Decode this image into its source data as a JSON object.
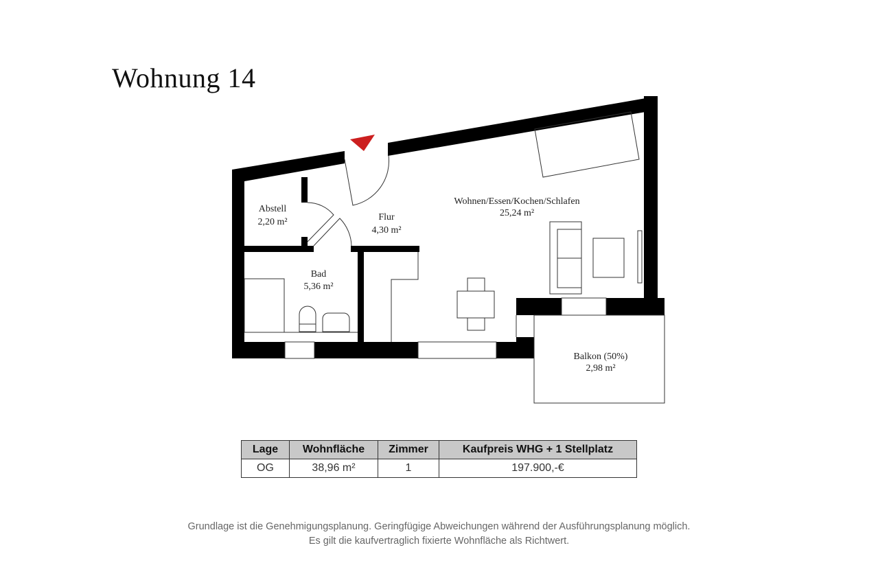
{
  "title": "Wohnung  14",
  "rooms": {
    "abstell": {
      "name": "Abstell",
      "area": "2,20 m²"
    },
    "flur": {
      "name": "Flur",
      "area": "4,30 m²"
    },
    "bad": {
      "name": "Bad",
      "area": "5,36 m²"
    },
    "wohnen": {
      "name": "Wohnen/Essen/Kochen/Schlafen",
      "area": "25,24 m²"
    },
    "balkon": {
      "name": "Balkon (50%)",
      "area": "2,98 m²"
    }
  },
  "colors": {
    "entrance_marker": "#cc1f1f",
    "walls": "#000000",
    "table_header": "#c8c8c8"
  },
  "table": {
    "headers": [
      "Lage",
      "Wohnfläche",
      "Zimmer",
      "Kaufpreis WHG + 1 Stellplatz"
    ],
    "row": [
      "OG",
      "38,96 m²",
      "1",
      "197.900,-€"
    ]
  },
  "footer": {
    "line1": "Grundlage ist die Genehmigungsplanung. Geringfügige Abweichungen während der Ausführungsplanung möglich.",
    "line2": "Es gilt die kaufvertraglich fixierte Wohnfläche als Richtwert."
  }
}
